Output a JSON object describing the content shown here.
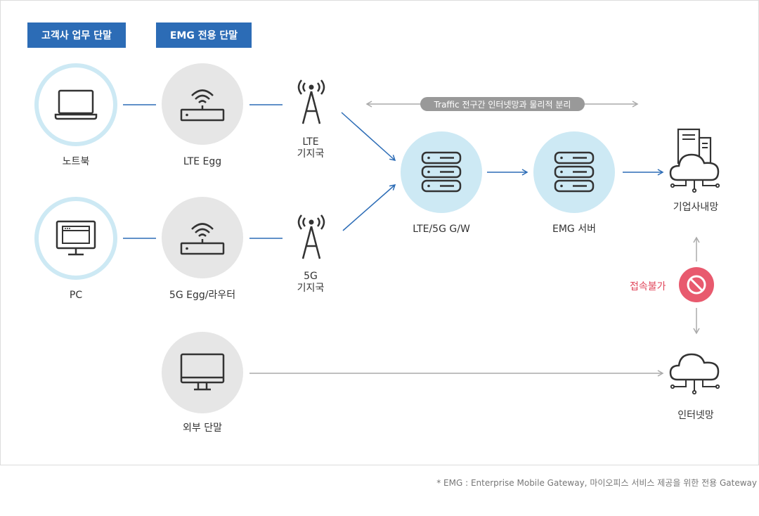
{
  "headers": {
    "customer_terminal": "고객사 업무 단말",
    "emg_terminal": "EMG 전용 단말"
  },
  "nodes": {
    "laptop": "노트북",
    "pc": "PC",
    "lte_egg": "LTE Egg",
    "fiveg_egg": "5G Egg/라우터",
    "external_terminal": "외부 단말",
    "lte_station_line1": "LTE",
    "lte_station_line2": "기지국",
    "fiveg_station_line1": "5G",
    "fiveg_station_line2": "기지국",
    "gateway": "LTE/5G G/W",
    "emg_server": "EMG 서버",
    "corporate_network": "기업사내망",
    "internet": "인터넷망"
  },
  "traffic_separation": "Traffic 전구간 인터넷망과 물리적 분리",
  "blocked_label": "접속불가",
  "footnote": "* EMG : Enterprise Mobile Gateway, 마이오피스 서비스 제공을 위한 전용 Gateway",
  "colors": {
    "header_blue": "#2c6cb6",
    "line_blue": "#2c6cb6",
    "light_blue": "#cde9f4",
    "gray_circle": "#e6e6e6",
    "blocked_red": "#e85a6e"
  },
  "icons": {
    "laptop": "laptop-icon",
    "pc": "monitor-window-icon",
    "lte_egg": "wifi-router-icon",
    "fiveg_egg": "wifi-router-icon",
    "external_terminal": "monitor-icon",
    "station": "antenna-tower-icon",
    "gateway": "server-stack-icon",
    "emg_server": "server-stack-icon",
    "corporate_network": "building-cloud-icon",
    "internet": "cloud-network-icon",
    "blocked": "no-entry-icon"
  }
}
